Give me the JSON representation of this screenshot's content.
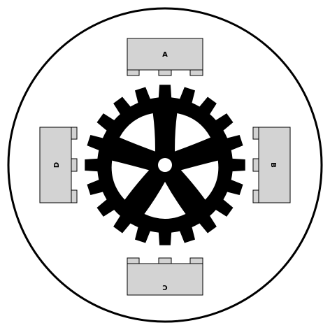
{
  "diagram": {
    "blocks": [
      {
        "id": "A",
        "label": "A",
        "side": "top"
      },
      {
        "id": "B",
        "label": "B",
        "side": "right"
      },
      {
        "id": "C",
        "label": "C",
        "side": "bottom"
      },
      {
        "id": "D",
        "label": "D",
        "side": "left"
      }
    ],
    "gear": {
      "teeth": 20,
      "spokes": 5,
      "color": "#000000"
    },
    "block_color": "#d3d3d3",
    "outline_color": "#000000"
  }
}
